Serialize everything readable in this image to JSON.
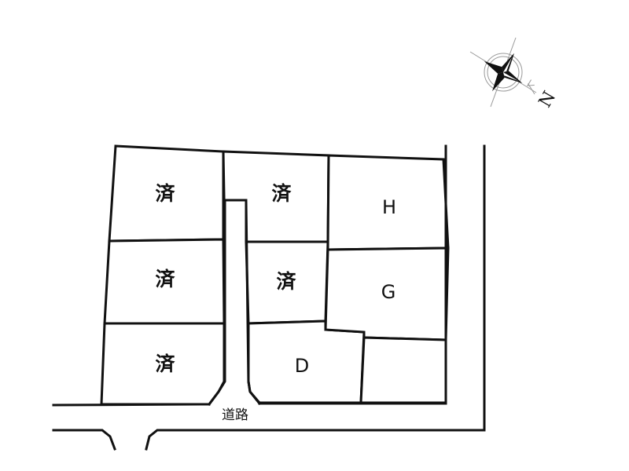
{
  "lots": [
    {
      "id": "lot-1",
      "label": "済",
      "status": "sold"
    },
    {
      "id": "lot-2",
      "label": "済",
      "status": "sold"
    },
    {
      "id": "lot-3",
      "label": "済",
      "status": "sold"
    },
    {
      "id": "lot-4",
      "label": "済",
      "status": "sold"
    },
    {
      "id": "lot-5",
      "label": "済",
      "status": "sold"
    },
    {
      "id": "lot-d",
      "label": "D",
      "status": "available"
    },
    {
      "id": "lot-g",
      "label": "G",
      "status": "available"
    },
    {
      "id": "lot-h",
      "label": "H",
      "status": "available"
    }
  ],
  "road": {
    "label": "道路"
  },
  "compass": {
    "north_label": "N",
    "icon": "compass-rose-icon"
  },
  "colors": {
    "line": "#111111",
    "background": "#ffffff"
  }
}
